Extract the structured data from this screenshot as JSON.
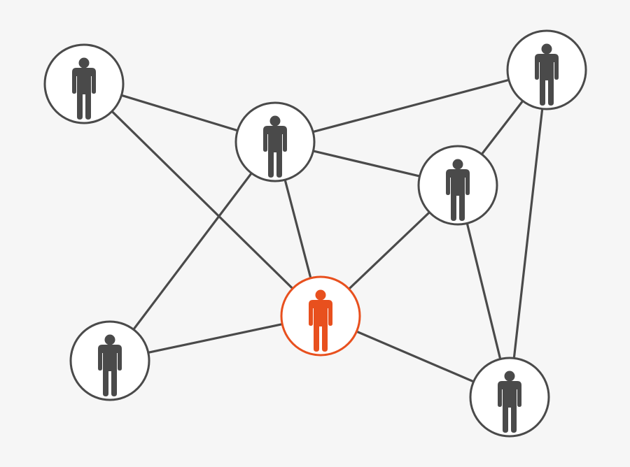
{
  "diagram": {
    "type": "network",
    "colors": {
      "background": "#f6f6f6",
      "edge": "#4a4a4a",
      "node_ring": "#4a4a4a",
      "node_fill": "#ffffff",
      "person": "#4a4a4a",
      "highlight": "#e8501e"
    },
    "nodes": [
      {
        "id": "a",
        "icon": "person-icon",
        "highlighted": false
      },
      {
        "id": "b",
        "icon": "person-icon",
        "highlighted": false
      },
      {
        "id": "c",
        "icon": "person-icon",
        "highlighted": false
      },
      {
        "id": "d",
        "icon": "person-icon",
        "highlighted": false
      },
      {
        "id": "e",
        "icon": "person-icon",
        "highlighted": true
      },
      {
        "id": "f",
        "icon": "person-icon",
        "highlighted": false
      },
      {
        "id": "g",
        "icon": "person-icon",
        "highlighted": false
      }
    ],
    "edges": [
      [
        "a",
        "b"
      ],
      [
        "a",
        "e"
      ],
      [
        "b",
        "c"
      ],
      [
        "b",
        "d"
      ],
      [
        "b",
        "e"
      ],
      [
        "b",
        "f"
      ],
      [
        "c",
        "d"
      ],
      [
        "c",
        "g"
      ],
      [
        "d",
        "e"
      ],
      [
        "d",
        "g"
      ],
      [
        "f",
        "e"
      ],
      [
        "e",
        "g"
      ]
    ]
  }
}
